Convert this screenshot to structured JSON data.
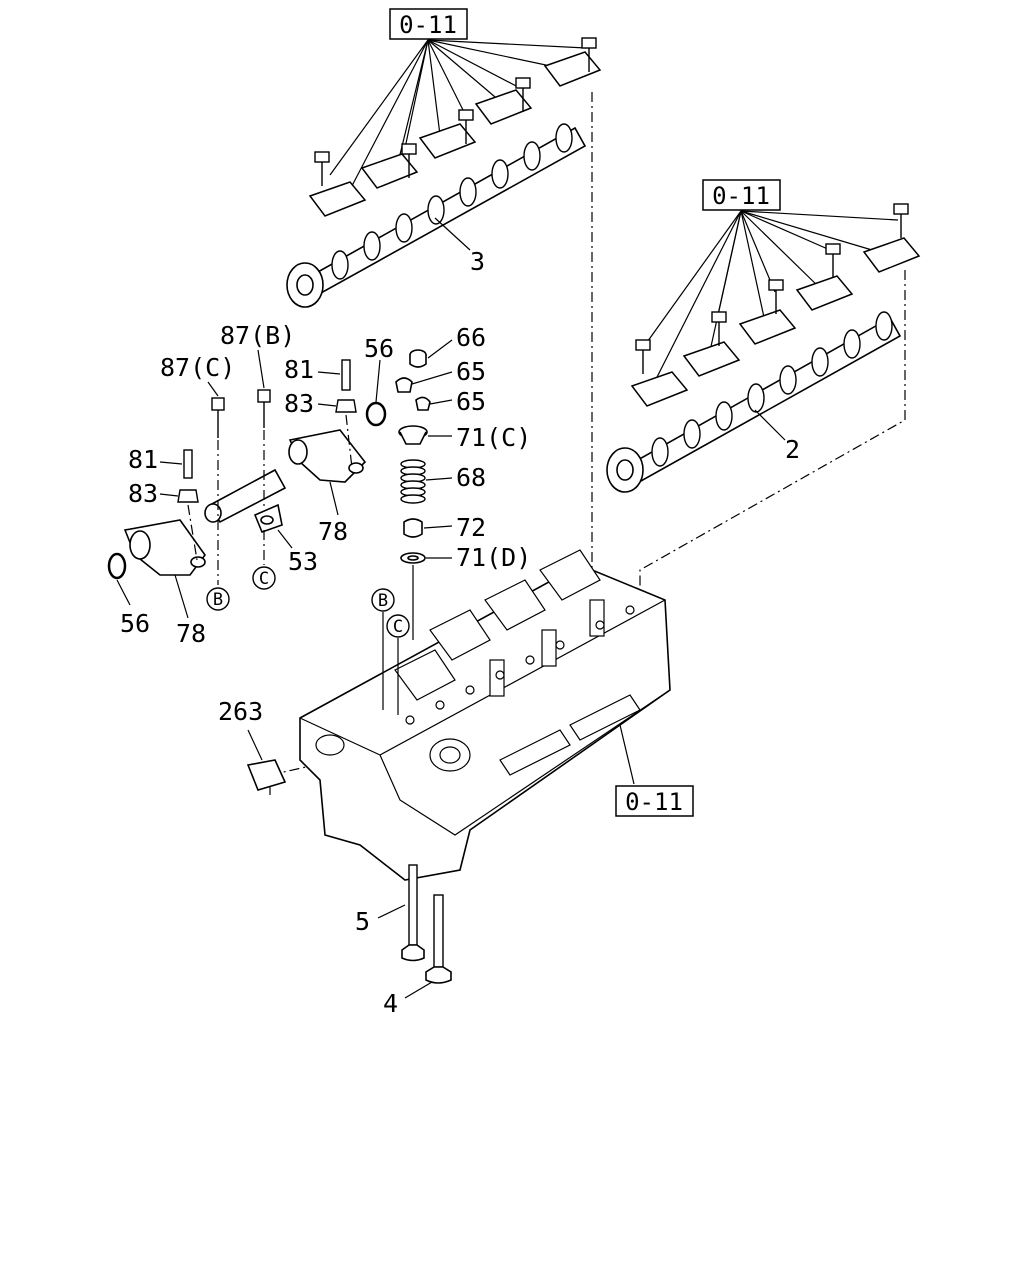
{
  "refs": {
    "r1": "0-11",
    "r2": "0-11",
    "r3": "0-11"
  },
  "labels": {
    "p2": "2",
    "p3": "3",
    "p4": "4",
    "p5": "5",
    "p53": "53",
    "p56a": "56",
    "p56b": "56",
    "p65a": "65",
    "p65b": "65",
    "p66": "66",
    "p68": "68",
    "p71c": "71(C)",
    "p71d": "71(D)",
    "p72": "72",
    "p78a": "78",
    "p78b": "78",
    "p81a": "81",
    "p81b": "81",
    "p83a": "83",
    "p83b": "83",
    "p87b": "87(B)",
    "p87c": "87(C)",
    "p263": "263"
  },
  "markers": {
    "b1": "B",
    "b2": "B",
    "c1": "C",
    "c2": "C"
  },
  "icons": {
    "camshaft": "camshaft-icon",
    "cap": "camshaft-cap-icon",
    "bolt": "bolt-icon",
    "head": "cylinder-head-icon",
    "valve": "valve-icon",
    "spring": "valve-spring-icon",
    "rocker": "rocker-arm-icon",
    "shaft": "rocker-shaft-icon",
    "oring": "o-ring-icon"
  }
}
